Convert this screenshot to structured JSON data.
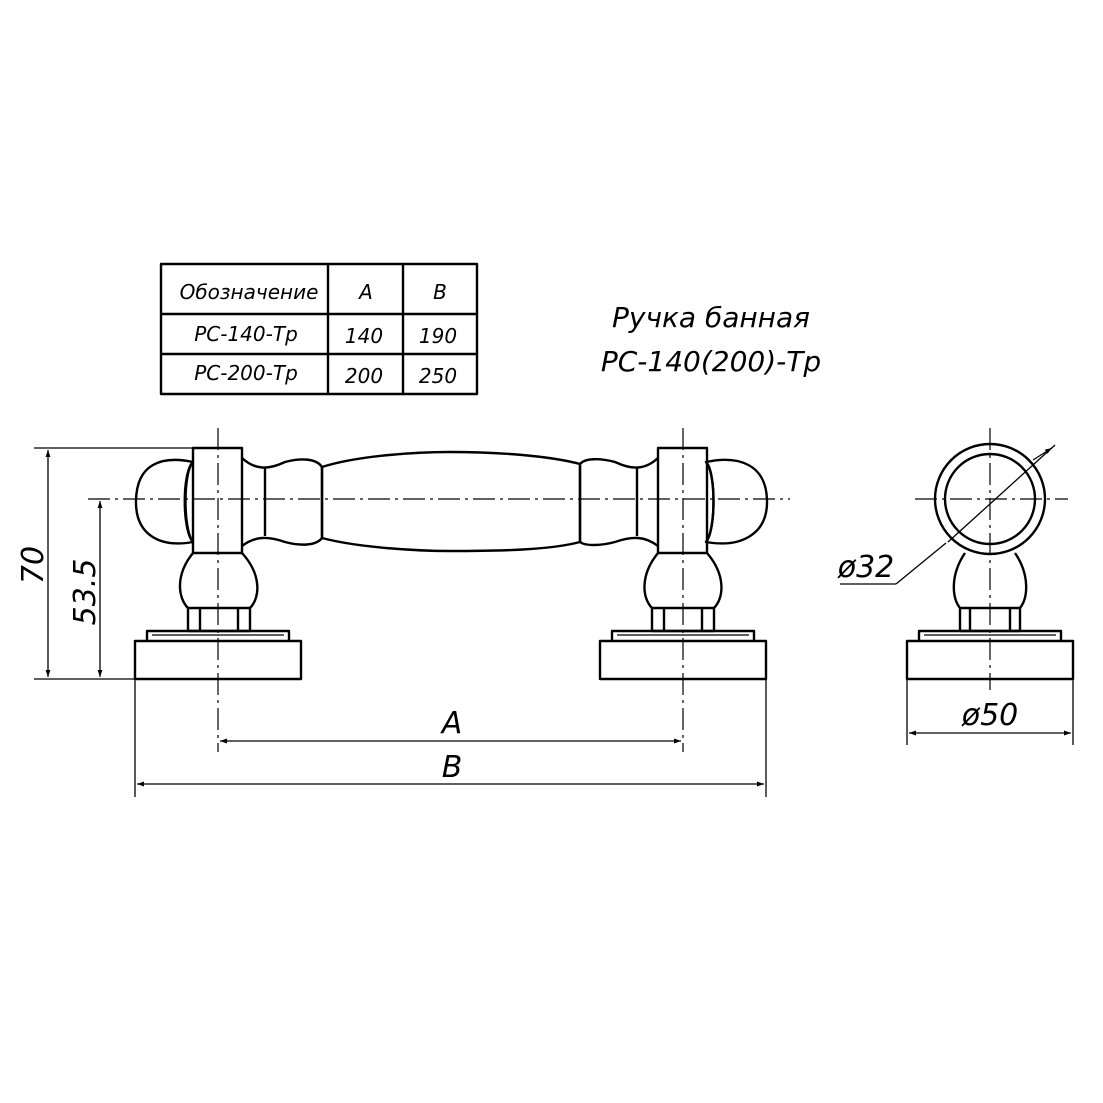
{
  "title": {
    "line1": "Ручка банная",
    "line2": "РС-140(200)-Тр"
  },
  "table": {
    "headers": [
      "Обозначение",
      "A",
      "B"
    ],
    "rows": [
      [
        "РС-140-Тр",
        "140",
        "190"
      ],
      [
        "РС-200-Тр",
        "200",
        "250"
      ]
    ]
  },
  "dimensions": {
    "height_total": "70",
    "height_axis": "53.5",
    "a_label": "A",
    "b_label": "B",
    "diameter_tube": "ø32",
    "diameter_base": "ø50"
  }
}
